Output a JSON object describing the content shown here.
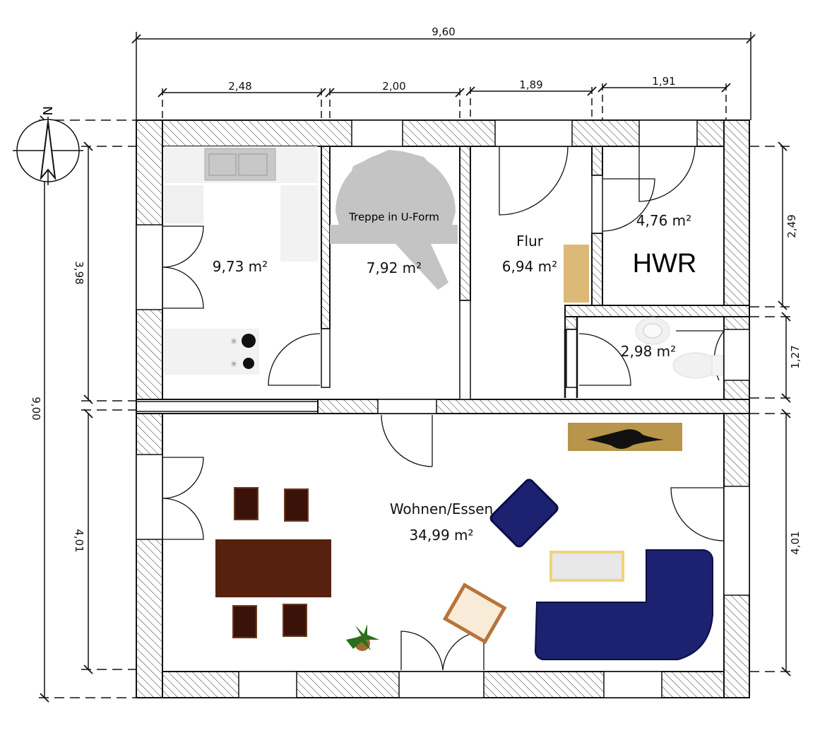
{
  "dimensions": {
    "total_width": "9,60",
    "segments_top": [
      "2,48",
      "2,00",
      "1,89",
      "1,91"
    ],
    "total_depth": "9,00",
    "left_upper": "3,98",
    "left_lower": "4,01",
    "right_hwr": "2,49",
    "right_bath": "1,27",
    "right_lower": "4,01"
  },
  "compass": {
    "label": "N"
  },
  "rooms": {
    "kitchen": {
      "area": "9,73 m²"
    },
    "stairs": {
      "label": "Treppe in U-Form",
      "area": "7,92 m²"
    },
    "hall": {
      "label": "Flur",
      "area": "6,94 m²"
    },
    "utility": {
      "label": "HWR",
      "area": "4,76 m²"
    },
    "bath": {
      "area": "2,98 m²"
    },
    "living": {
      "label": "Wohnen/Essen",
      "area": "34,99 m²"
    }
  },
  "colors": {
    "sofa": "#1a1f6e",
    "table": "#5a2414",
    "cabinet": "#dcb977",
    "tv_board": "#b8954a"
  }
}
